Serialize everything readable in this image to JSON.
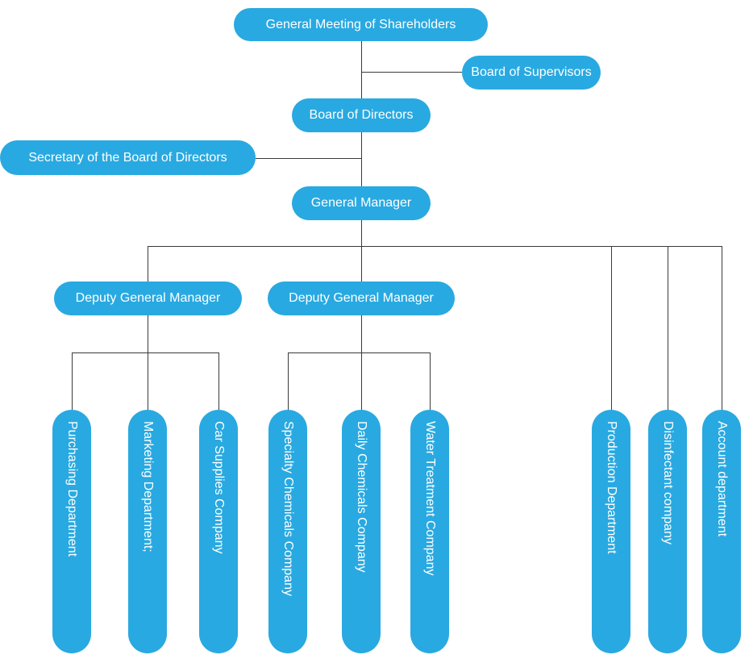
{
  "diagram": {
    "type": "org-chart",
    "colors": {
      "node_fill": "#29a9e1",
      "node_text": "#ffffff",
      "connector": "#3a3a3a",
      "background": "#ffffff"
    },
    "nodes": {
      "shareholders": {
        "label": "General Meeting of Shareholders"
      },
      "supervisors": {
        "label": "Board of Supervisors"
      },
      "directors": {
        "label": "Board of Directors"
      },
      "secretary": {
        "label": "Secretary of the Board of Directors"
      },
      "general_manager": {
        "label": "General Manager"
      },
      "deputy1": {
        "label": "Deputy General Manager"
      },
      "deputy2": {
        "label": "Deputy General Manager"
      },
      "purchasing": {
        "label": "Purchasing Department"
      },
      "marketing": {
        "label": "Marketing Department;"
      },
      "car_supplies": {
        "label": "Car Supplies Company"
      },
      "specialty": {
        "label": "Specialty Chemicals Company"
      },
      "daily": {
        "label": "Daily Chemicals Company"
      },
      "water": {
        "label": "Water Treatment Company"
      },
      "production": {
        "label": "Production Department"
      },
      "disinfectant": {
        "label": "Disinfectant company"
      },
      "account": {
        "label": "Account department"
      }
    },
    "hierarchy": [
      {
        "from": "shareholders",
        "to": "supervisors"
      },
      {
        "from": "shareholders",
        "to": "directors"
      },
      {
        "from": "directors",
        "to": "secretary"
      },
      {
        "from": "directors",
        "to": "general_manager"
      },
      {
        "from": "general_manager",
        "to": "deputy1"
      },
      {
        "from": "general_manager",
        "to": "deputy2"
      },
      {
        "from": "general_manager",
        "to": "production"
      },
      {
        "from": "general_manager",
        "to": "disinfectant"
      },
      {
        "from": "general_manager",
        "to": "account"
      },
      {
        "from": "deputy1",
        "to": "purchasing"
      },
      {
        "from": "deputy1",
        "to": "marketing"
      },
      {
        "from": "deputy1",
        "to": "car_supplies"
      },
      {
        "from": "deputy2",
        "to": "specialty"
      },
      {
        "from": "deputy2",
        "to": "daily"
      },
      {
        "from": "deputy2",
        "to": "water"
      }
    ]
  }
}
